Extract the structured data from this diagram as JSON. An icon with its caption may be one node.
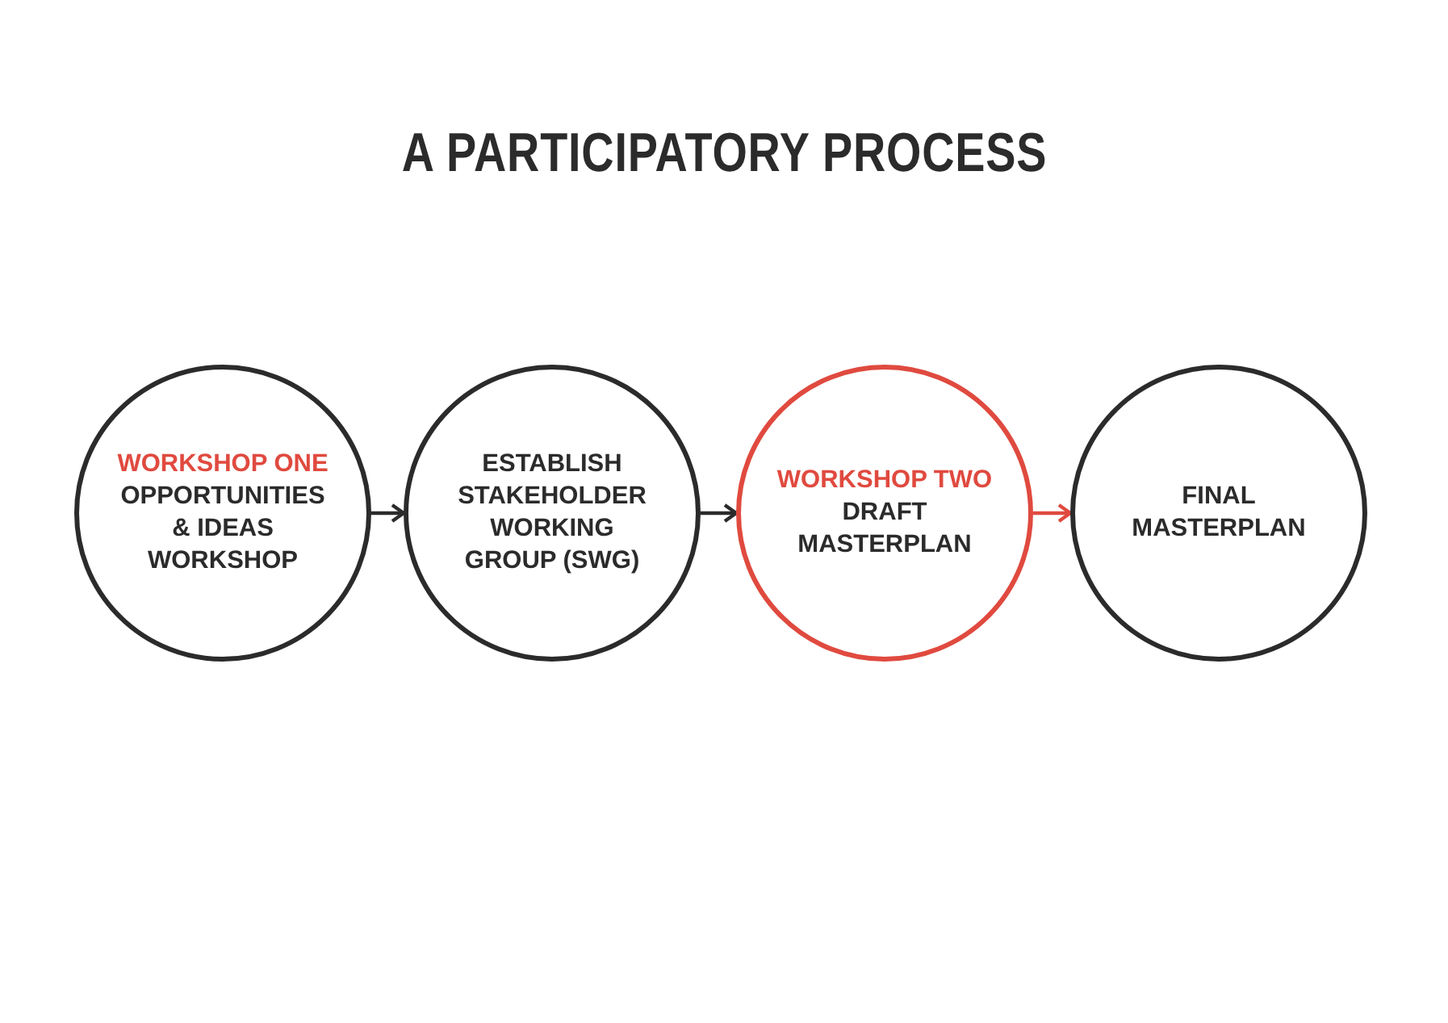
{
  "diagram": {
    "title": "A PARTICIPATORY PROCESS",
    "nodes": [
      {
        "text": [
          "WORKSHOP ONE",
          "OPPORTUNITIES & IDEAS WORKSHOP"
        ]
      },
      {
        "text": [
          "ESTABLISH STAKEHOLDER WORKING GROUP (SWG)"
        ]
      },
      {
        "text": [
          "WORKSHOP TWO",
          "DRAFT MASTERPLAN"
        ]
      },
      {
        "text": [
          "FINAL MASTERPLAN"
        ]
      }
    ],
    "edges": [
      {
        "from": 0,
        "to": 1,
        "arrow": "to"
      },
      {
        "from": 1,
        "to": 2,
        "arrow": "to"
      },
      {
        "from": 2,
        "to": 3,
        "arrow": "to",
        "color": "#e04a3f"
      }
    ]
  }
}
